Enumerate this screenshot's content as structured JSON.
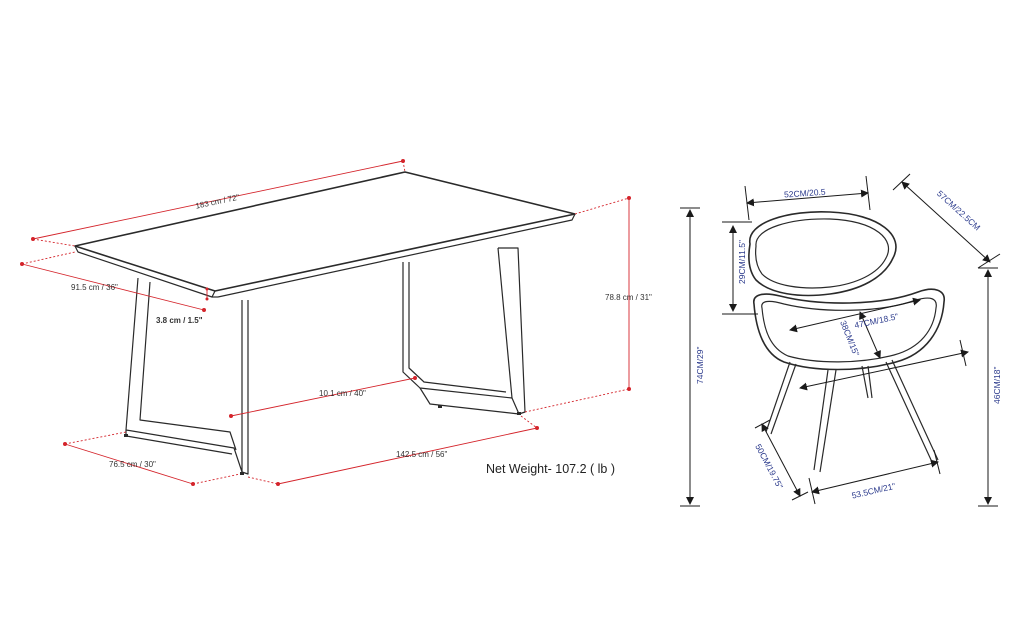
{
  "colors": {
    "table_dimension": "#d4242b",
    "chair_dimension": "#1a1a1a",
    "chair_label": "#2b3a8c",
    "outline": "#2a2a2a"
  },
  "table": {
    "length": "183 cm / 72\"",
    "depth": "91.5 cm / 36\"",
    "top_thickness": "3.8 cm / 1.5\"",
    "height": "78.8 cm / 31\"",
    "leg_clearance": "10.1 cm / 40\"",
    "base_depth": "76.5 cm / 30\"",
    "base_length": "142.5 cm / 56\""
  },
  "net_weight": "Net Weight- 107.2 ( lb )",
  "chair": {
    "back_width": "52CM/20.5",
    "overall_depth": "57CM/22.5CM",
    "back_height": "29CM/11.5\"",
    "overall_height": "74CM/29\"",
    "seat_width": "47CM/18.5\"",
    "seat_depth": "38CM/15\"",
    "seat_height": "46CM/18\"",
    "base_depth": "50CM/19.75\"",
    "base_width": "53.5CM/21\""
  }
}
